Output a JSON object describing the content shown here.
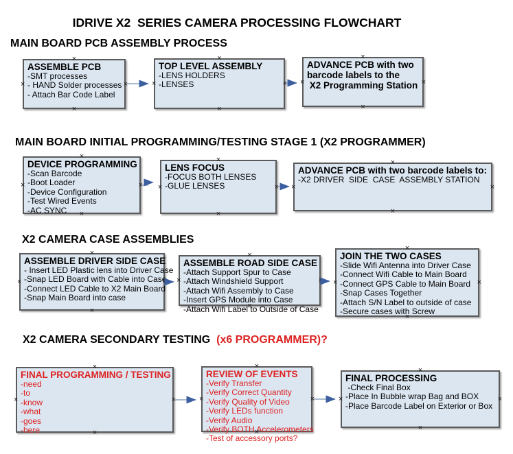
{
  "title": "IDRIVE X2  SERIES CAMERA PROCESSING FLOWCHART",
  "colors": {
    "page_bg": "#ffffff",
    "box_fill": "#dce6f1",
    "box_border": "#5a5a5a",
    "text_black": "#000000",
    "text_red": "#dd2222",
    "arrow_line": "#8ca3bf",
    "arrow_head": "#3c5f9f",
    "marker": "#1a1a1a"
  },
  "sections": [
    {
      "heading": "MAIN BOARD PCB ASSEMBLY PROCESS",
      "boxes": [
        {
          "title_lines": [
            "ASSEMBLE PCB"
          ],
          "items": [
            "-SMT processes",
            "- HAND Solder processes",
            "- Attach Bar Code Label"
          ]
        },
        {
          "title_lines": [
            "TOP LEVEL ASSEMBLY"
          ],
          "items": [
            "-LENS HOLDERS",
            "-LENSES"
          ]
        },
        {
          "title_lines": [
            "ADVANCE PCB with two",
            "barcode labels to the",
            " X2 Programming Station"
          ],
          "items": []
        }
      ]
    },
    {
      "heading": "MAIN BOARD INITIAL PROGRAMMING/TESTING STAGE 1 (X2 PROGRAMMER)",
      "boxes": [
        {
          "title_lines": [
            "DEVICE PROGRAMMING"
          ],
          "items": [
            "-Scan Barcode",
            "-Boot Loader",
            "-Device Configuration",
            "-Test Wired Events",
            "-AC SYNC"
          ]
        },
        {
          "title_lines": [
            "LENS FOCUS"
          ],
          "items": [
            "-FOCUS BOTH LENSES",
            "-GLUE LENSES"
          ]
        },
        {
          "title_lines": [
            "ADVANCE PCB with two barcode labels to:"
          ],
          "items": [
            "-X2 DRIVER  SIDE  CASE  ASSEMBLY STATION"
          ]
        }
      ]
    },
    {
      "heading": "X2 CAMERA CASE ASSEMBLIES",
      "boxes": [
        {
          "title_lines": [
            "ASSEMBLE DRIVER SIDE CASE"
          ],
          "items": [
            "- Insert LED Plastic lens into Driver Case",
            "-Snap LED Board with Cable into Case",
            "-Connect LED Cable to X2 Main Board",
            "-Snap Main Board into case"
          ]
        },
        {
          "title_lines": [
            "ASSEMBLE ROAD SIDE CASE"
          ],
          "items": [
            "-Attach Support Spur to Case",
            "-Attach Windshield Support",
            "-Attach Wifi Assembly to Case",
            "-Insert GPS Module into Case",
            "-Attach Wifi Label to Outside of Case"
          ]
        },
        {
          "title_lines": [
            "JOIN THE TWO CASES"
          ],
          "items": [
            "-Slide Wifi Antenna into Driver Case",
            "-Connect Wifi Cable to Main Board",
            "-Connect GPS Cable to Main Board",
            "-Snap Cases Together",
            "-Attach S/N Label to outside of case",
            "-Secure cases with Screw"
          ]
        }
      ]
    },
    {
      "heading": "X2 CAMERA SECONDARY TESTING",
      "heading_suffix": "  (x6 PROGRAMMER)?",
      "boxes": [
        {
          "title_lines": [
            "FINAL PROGRAMMING / TESTING"
          ],
          "red": true,
          "items": [
            "-need",
            "-to",
            "-know",
            "-what",
            "-goes",
            "-here"
          ]
        },
        {
          "title_lines": [
            "REVIEW OF EVENTS"
          ],
          "red": true,
          "items": [
            "-Verify Transfer",
            "-Verify Correct Quantity",
            "-Verify Quality of Video",
            "-Verify LEDs function",
            "-Verify Audio",
            "-Verify BOTH Accelerometers",
            "-Test of accessory ports?"
          ]
        },
        {
          "title_lines": [
            "FINAL PROCESSING"
          ],
          "items": [
            " -Check Final Box",
            "-Place In Bubble wrap Bag and BOX",
            "-Place Barcode Label on Exterior or Box"
          ]
        }
      ]
    }
  ]
}
